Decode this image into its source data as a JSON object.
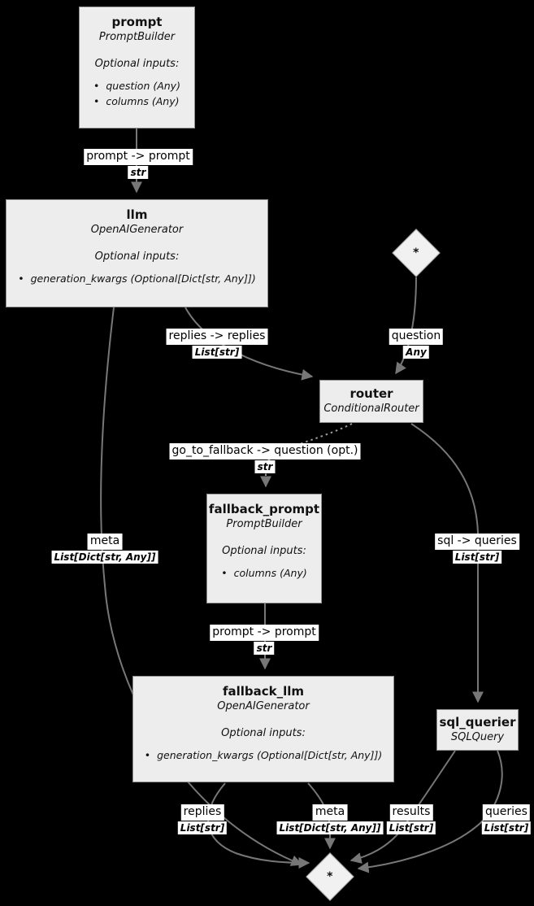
{
  "diagram": {
    "background": "#000000",
    "edge_color": "#777777",
    "node_fill": "#ededed",
    "label_bg": "#ffffff",
    "star": "*"
  },
  "nodes": [
    {
      "id": "prompt",
      "title": "prompt",
      "type": "PromptBuilder",
      "optional_header": "Optional inputs:",
      "inputs": [
        "question (Any)",
        "columns (Any)"
      ]
    },
    {
      "id": "llm",
      "title": "llm",
      "type": "OpenAIGenerator",
      "optional_header": "Optional inputs:",
      "inputs": [
        "generation_kwargs (Optional[Dict[str, Any]])"
      ]
    },
    {
      "id": "input-star",
      "title": "*",
      "shape": "diamond"
    },
    {
      "id": "router",
      "title": "router",
      "type": "ConditionalRouter"
    },
    {
      "id": "fallback_prompt",
      "title": "fallback_prompt",
      "type": "PromptBuilder",
      "optional_header": "Optional inputs:",
      "inputs": [
        "columns (Any)"
      ]
    },
    {
      "id": "fallback_llm",
      "title": "fallback_llm",
      "type": "OpenAIGenerator",
      "optional_header": "Optional inputs:",
      "inputs": [
        "generation_kwargs (Optional[Dict[str, Any]])"
      ]
    },
    {
      "id": "sql_querier",
      "title": "sql_querier",
      "type": "SQLQuery"
    },
    {
      "id": "output-star",
      "title": "*",
      "shape": "diamond"
    }
  ],
  "edges": [
    {
      "label": "prompt -> prompt",
      "type": "str"
    },
    {
      "label": "replies -> replies",
      "type": "List[str]"
    },
    {
      "label": "question",
      "type": "Any"
    },
    {
      "label": "go_to_fallback -> question (opt.)",
      "type": "str"
    },
    {
      "label": "meta",
      "type": "List[Dict[str, Any]]"
    },
    {
      "label": "sql -> queries",
      "type": "List[str]"
    },
    {
      "label": "prompt -> prompt",
      "type": "str"
    },
    {
      "label": "replies",
      "type": "List[str]"
    },
    {
      "label": "meta",
      "type": "List[Dict[str, Any]]"
    },
    {
      "label": "results",
      "type": "List[str]"
    },
    {
      "label": "queries",
      "type": "List[str]"
    }
  ]
}
